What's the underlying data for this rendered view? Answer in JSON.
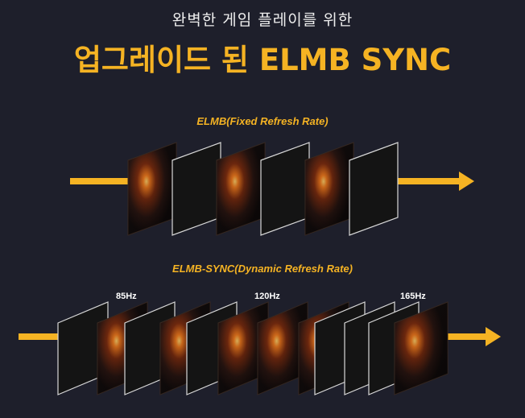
{
  "header": {
    "subtitle": "완벽한 게임 플레이를 위한",
    "title": "업그레이드 된 ELMB SYNC"
  },
  "sections": [
    {
      "label": "ELMB(Fixed Refresh Rate)"
    },
    {
      "label": "ELMB-SYNC(Dynamic Refresh Rate)"
    }
  ],
  "refresh_rates": [
    "85Hz",
    "120Hz",
    "165Hz"
  ],
  "colors": {
    "background": "#1e1f2b",
    "accent": "#f5b323",
    "black_frame": "#141414",
    "frame_border": "#d8d8d8"
  },
  "frame_sequences": {
    "fixed": [
      "game",
      "black",
      "game",
      "black",
      "game",
      "black"
    ],
    "dynamic": [
      "black",
      "game",
      "black",
      "game",
      "black",
      "game",
      "game",
      "game",
      "black",
      "black",
      "black",
      "game"
    ]
  }
}
